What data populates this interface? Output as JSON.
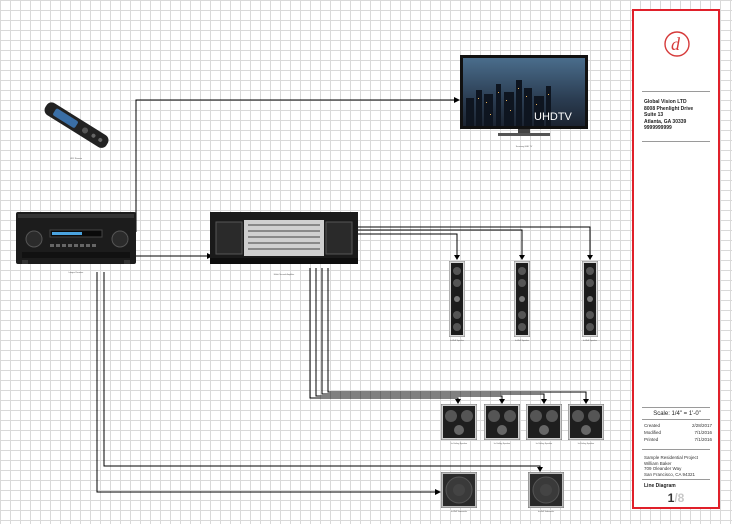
{
  "diagram": {
    "devices": [
      {
        "id": "remote",
        "caption": "URC Remote"
      },
      {
        "id": "tv",
        "caption": "Samsung UHD TV"
      },
      {
        "id": "receiver",
        "caption": "Integra Receiver"
      },
      {
        "id": "amplifier",
        "caption": "Multi-Channel Amplifier"
      },
      {
        "id": "tower-speaker-1",
        "caption": "In-Wall Speaker"
      },
      {
        "id": "tower-speaker-2",
        "caption": "In-Wall Speaker"
      },
      {
        "id": "tower-speaker-3",
        "caption": "In-Wall Speaker"
      },
      {
        "id": "ceiling-speaker-1",
        "caption": "In-Ceiling Speaker"
      },
      {
        "id": "ceiling-speaker-2",
        "caption": "In-Ceiling Speaker"
      },
      {
        "id": "ceiling-speaker-3",
        "caption": "In-Ceiling Speaker"
      },
      {
        "id": "ceiling-speaker-4",
        "caption": "In-Ceiling Speaker"
      },
      {
        "id": "subwoofer-1",
        "caption": "In-Wall Subwoofer"
      },
      {
        "id": "subwoofer-2",
        "caption": "In-Wall Subwoofer"
      }
    ],
    "tv_screen_text": "UHDTV",
    "colors": {
      "grid": "#d9d9d9",
      "wire": "#000000",
      "device": "#1c1c1c"
    }
  },
  "title_block": {
    "border_color": "#e0202a",
    "logo_letter": "d",
    "company": {
      "name": "Global Vision LTD",
      "address1": "8008 Phenlight Drive",
      "address2": "Suite 13",
      "city": "Atlanta, GA 30339",
      "phone": "9999999999"
    },
    "scale": "Scale: 1/4\" = 1'-0\"",
    "dates": [
      {
        "label": "Created",
        "value": "2/28/2017"
      },
      {
        "label": "Modified",
        "value": "7/1/2016"
      },
      {
        "label": "Printed",
        "value": "7/1/2016"
      }
    ],
    "project": {
      "name": "Sample Residential Project",
      "client": "William Baker",
      "street": "709 Oleander Way",
      "city": "San Francisco, CA 94321"
    },
    "sheet_title": "Line Diagram",
    "page": {
      "current": "1",
      "total": "/8"
    }
  }
}
